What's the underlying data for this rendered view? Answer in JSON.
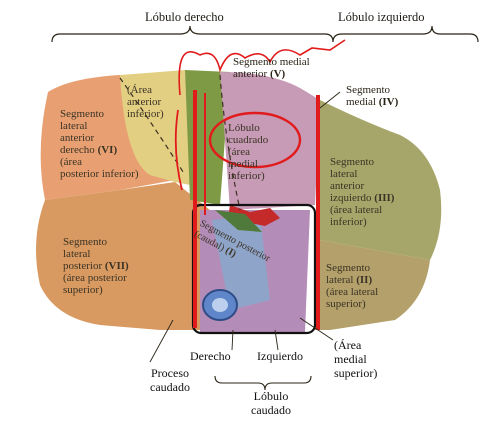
{
  "headers": {
    "right_lobe": "Lóbulo derecho",
    "left_lobe": "Lóbulo izquierdo"
  },
  "segments": {
    "anterior_medial": {
      "text": "Segmento medial\nanterior ",
      "numeral": "(V)"
    },
    "anterior_area": {
      "text": "(Área\nanterior\ninferior)"
    },
    "medial_iv": {
      "text": "Segmento\nmedial ",
      "numeral": "(IV)"
    },
    "right_anterior_lateral": {
      "text": "Segmento\nlateral\nanterior\nderecho ",
      "numeral": "(VI)",
      "sub": "(área\nposterior inferior)"
    },
    "quadrate": {
      "text": "Lóbulo\ncuadrado\n(área\nmedial\ninferior)"
    },
    "left_anterior_lateral": {
      "text": "Segmento\nlateral\nanterior\nizquierdo ",
      "numeral": "(III)",
      "sub": "(área lateral\ninferior)"
    },
    "right_posterior_lateral": {
      "text": "Segmento\nlateral\nposterior ",
      "numeral": "(VII)",
      "sub": "(área posterior\nsuperior)"
    },
    "caudate_posterior": {
      "text": "Segmento posterior\n(caudal) ",
      "numeral": "(I)"
    },
    "left_posterior_lateral": {
      "text": "Segmento\nlateral ",
      "numeral": "(II)",
      "sub": "(área lateral\nsuperior)"
    }
  },
  "bottom_labels": {
    "derecho": "Derecho",
    "izquierdo": "Izquierdo",
    "caudate_process": "Proceso\ncaudado",
    "caudate_lobe": "Lóbulo\ncaudado",
    "medial_area": "(Área\nmedial\nsuperior)"
  },
  "colors": {
    "right_anterior": "#e8a072",
    "right_posterior": "#d99a62",
    "anterior_v": "#e3cf82",
    "green_lobe": "#7f9a44",
    "quadrate": "#c79ab5",
    "left_lateral": "#a7a66a",
    "caudate": "#b38cb8",
    "vena_cava": "#5f86c9",
    "annotation_red": "#e11b1b"
  }
}
